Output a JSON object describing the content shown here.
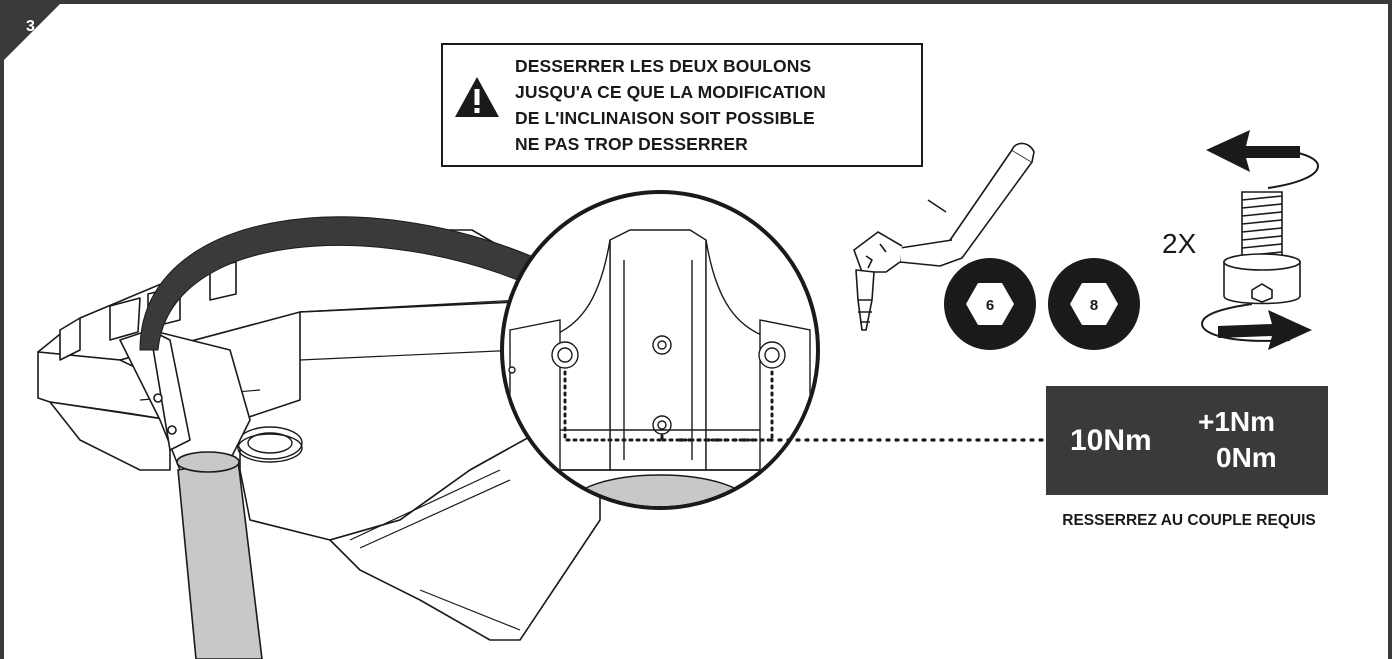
{
  "step": {
    "number": "3"
  },
  "warning": {
    "icon": "warning-triangle-icon",
    "lines": [
      "DESSERRER LES DEUX BOULONS",
      "JUSQU'A CE QUE LA MODIFICATION",
      "DE L'INCLINAISON SOIT POSSIBLE",
      "NE PAS TROP DESSERRER"
    ]
  },
  "tools": {
    "hex_sizes": [
      "6",
      "8"
    ],
    "wrench_icon": "hex-key-wrench-icon"
  },
  "bolt": {
    "quantity": "2X",
    "icon": "hex-socket-bolt-icon",
    "rotation_icons": [
      "counterclockwise-arrow-icon",
      "clockwise-arrow-icon"
    ]
  },
  "torque": {
    "value": "10Nm",
    "tolerance_plus": "+1Nm",
    "tolerance_minus": "0Nm",
    "note": "RESSERREZ AU COUPLE REQUIS"
  },
  "colors": {
    "dark_panel": "#3a3a3a",
    "detail_gray": "#c8c8c8"
  }
}
